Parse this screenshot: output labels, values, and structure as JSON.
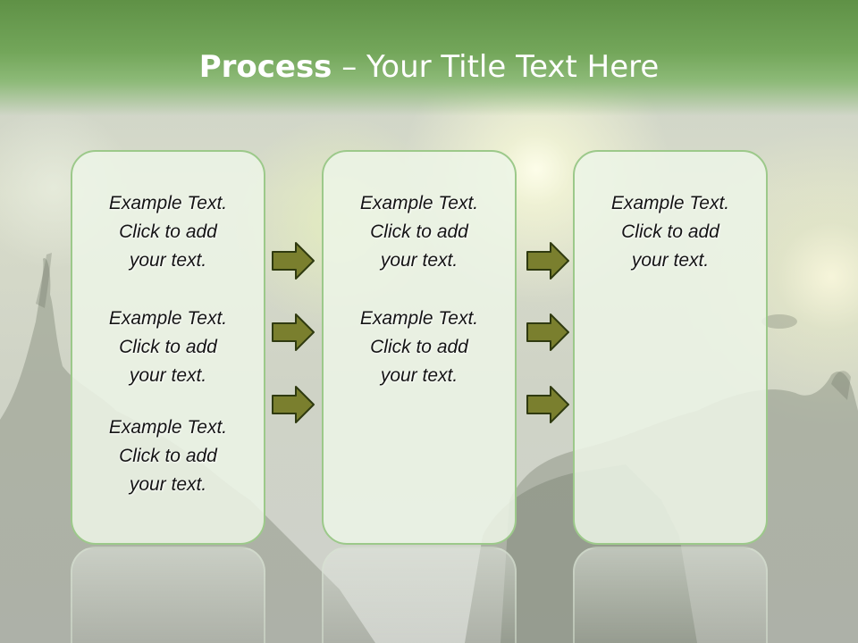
{
  "slide": {
    "title_bold": "Process",
    "title_rest": " – Your Title Text Here",
    "accent_color": "#73a65a",
    "arrow_color": "#7a7f2e"
  },
  "panels": [
    {
      "blocks": [
        [
          "Example Text.",
          "Click  to add",
          "your text."
        ],
        [
          "Example Text.",
          "Click  to add",
          "your text."
        ],
        [
          "Example Text.",
          "Click  to add",
          "your text."
        ]
      ]
    },
    {
      "blocks": [
        [
          "Example Text.",
          "Click  to add",
          "your text."
        ],
        [
          "Example Text.",
          "Click  to add",
          "your text."
        ]
      ]
    },
    {
      "blocks": [
        [
          "Example Text.",
          "Click  to add",
          "your text."
        ]
      ]
    }
  ],
  "arrows": {
    "icon": "right-arrow-icon",
    "columns": 2,
    "per_column": 3
  }
}
